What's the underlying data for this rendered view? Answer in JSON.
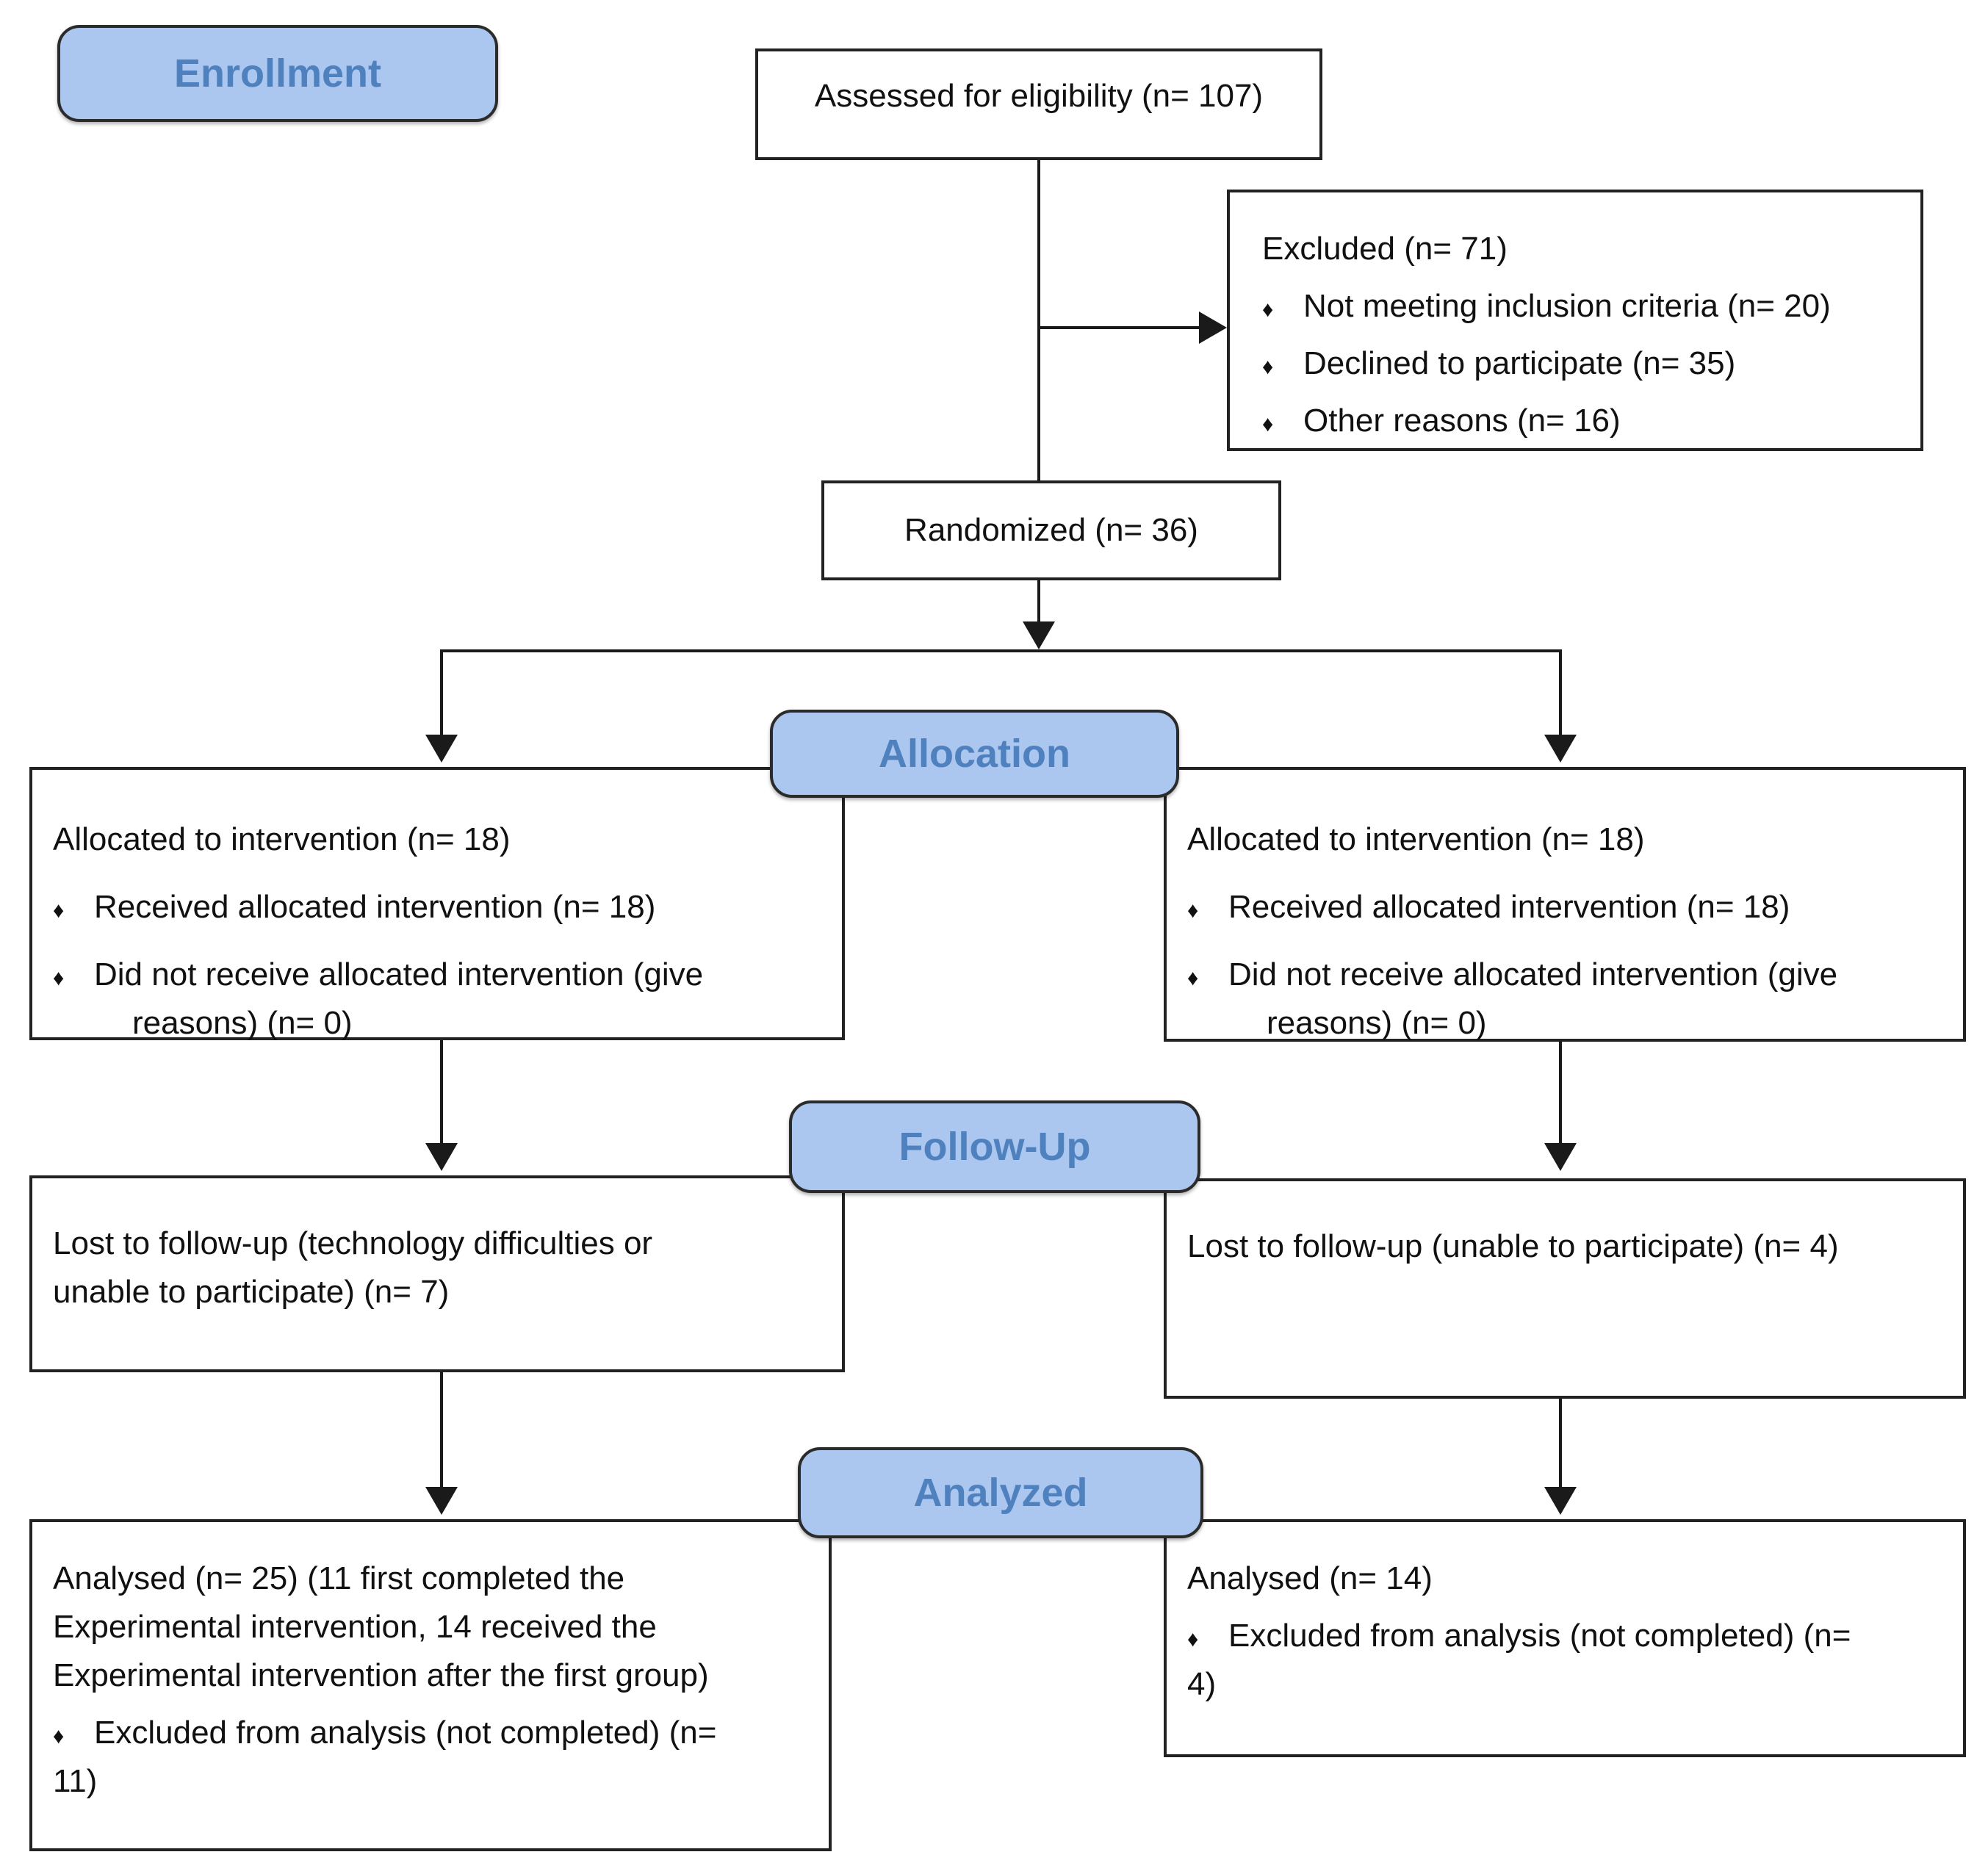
{
  "colors": {
    "pill_fill": "#abc7f0",
    "pill_text": "#4e81bd",
    "pill_border": "#2b2b2b",
    "box_border": "#222222",
    "connector": "#1a1a1a",
    "text": "#111111"
  },
  "icons": {
    "bullet": "♦"
  },
  "stages": {
    "enrollment": "Enrollment",
    "allocation": "Allocation",
    "followup": "Follow-Up",
    "analyzed": "Analyzed"
  },
  "boxes": {
    "assessed": {
      "text": "Assessed for eligibility (n= 107)"
    },
    "excluded": {
      "title": "Excluded (n= 71)",
      "bullets": [
        "Not meeting inclusion criteria (n= 20)",
        "Declined to participate (n= 35)",
        "Other reasons (n= 16)"
      ]
    },
    "randomized": {
      "text": "Randomized (n= 36)"
    },
    "allocation_left": {
      "title": "Allocated to intervention (n= 18)",
      "bullet1": "Received allocated intervention (n= 18)",
      "bullet2": "Did not receive allocated intervention (give",
      "bullet2_cont": "reasons) (n= 0)"
    },
    "allocation_right": {
      "title": "Allocated to intervention (n= 18)",
      "bullet1": "Received allocated intervention (n= 18)",
      "bullet2": "Did not receive allocated intervention (give",
      "bullet2_cont": "reasons) (n= 0)"
    },
    "followup_left": {
      "line1": "Lost to follow-up (technology difficulties or",
      "line2": "unable to participate) (n= 7)"
    },
    "followup_right": {
      "text": "Lost to follow-up (unable to participate) (n= 4)"
    },
    "analyzed_left": {
      "line1": "Analysed (n= 25) (11 first completed the",
      "line2": "Experimental intervention, 14 received the",
      "line3": "Experimental intervention after the first group)",
      "bullet": "Excluded from analysis (not completed) (n=",
      "bullet_cont": "11)"
    },
    "analyzed_right": {
      "line1": "Analysed (n= 14)",
      "bullet": "Excluded from analysis (not completed) (n=",
      "bullet_cont": "4)"
    }
  }
}
